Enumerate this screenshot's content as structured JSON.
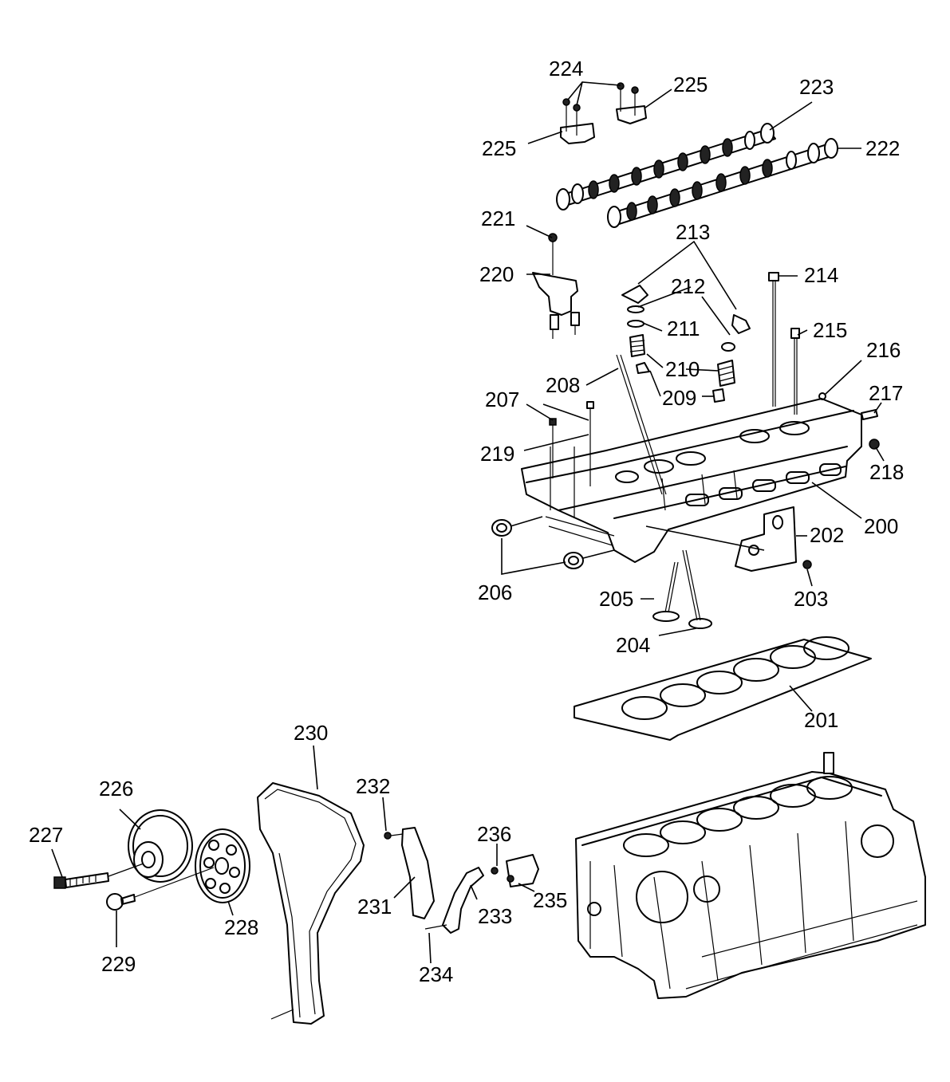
{
  "callouts": {
    "c200": "200",
    "c201": "201",
    "c202": "202",
    "c203": "203",
    "c204": "204",
    "c205": "205",
    "c206": "206",
    "c207": "207",
    "c208": "208",
    "c209": "209",
    "c210": "210",
    "c211": "211",
    "c212": "212",
    "c213": "213",
    "c214": "214",
    "c215": "215",
    "c216": "216",
    "c217": "217",
    "c218": "218",
    "c219": "219",
    "c220": "220",
    "c221": "221",
    "c222": "222",
    "c223": "223",
    "c224": "224",
    "c225a": "225",
    "c225b": "225",
    "c226": "226",
    "c227": "227",
    "c228": "228",
    "c229": "229",
    "c230": "230",
    "c231": "231",
    "c232": "232",
    "c233": "233",
    "c234": "234",
    "c235": "235",
    "c236": "236"
  }
}
